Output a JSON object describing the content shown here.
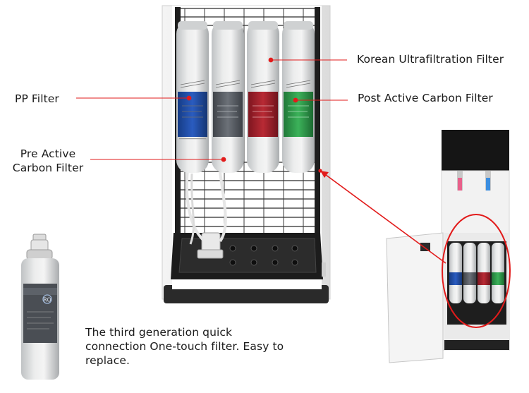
{
  "labels": {
    "pp_filter": "PP Filter",
    "pre_active": "Pre Active\nCarbon Filter",
    "korean_uf": "Korean Ultrafiltration Filter",
    "post_active": "Post Active Carbon Filter"
  },
  "caption": "The third generation quick connection One-touch filter. Easy to replace.",
  "cartridge_text": "RO",
  "colors": {
    "callout": "#e21b1b",
    "filter_blue": "#1f4ea8",
    "filter_grey": "#5a5f66",
    "filter_red": "#a1202a",
    "filter_green": "#2f9a4a"
  }
}
